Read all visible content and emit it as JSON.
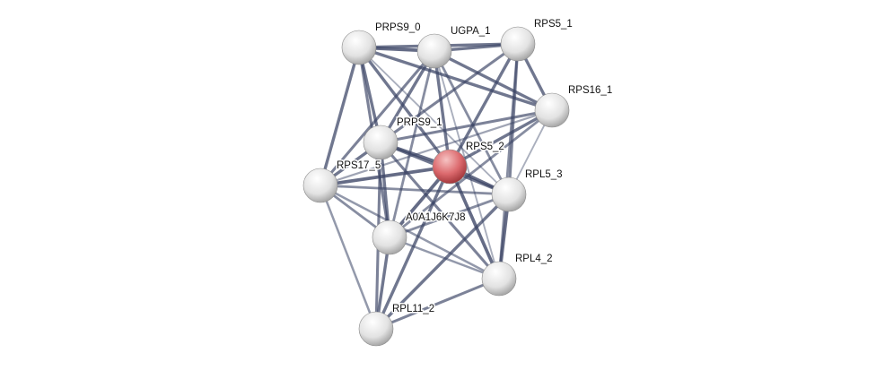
{
  "network": {
    "query_color": "#d9585d",
    "node_color": "#e8e8e8",
    "edge_color": "#3b4566",
    "nodes": [
      {
        "id": "PRPS9_0",
        "label": "PRPS9_0",
        "query": false
      },
      {
        "id": "UGPA_1",
        "label": "UGPA_1",
        "query": false
      },
      {
        "id": "RPS5_1",
        "label": "RPS5_1",
        "query": false
      },
      {
        "id": "RPS16_1",
        "label": "RPS16_1",
        "query": false
      },
      {
        "id": "PRPS9_1",
        "label": "PRPS9_1",
        "query": false
      },
      {
        "id": "RPS5_2",
        "label": "RPS5_2",
        "query": true
      },
      {
        "id": "RPS17_5",
        "label": "RPS17_5",
        "query": false
      },
      {
        "id": "RPL5_3",
        "label": "RPL5_3",
        "query": false
      },
      {
        "id": "A0A1J6K7J8",
        "label": "A0A1J6K7J8",
        "query": false
      },
      {
        "id": "RPL4_2",
        "label": "RPL4_2",
        "query": false
      },
      {
        "id": "RPL11_2",
        "label": "RPL11_2",
        "query": false
      }
    ],
    "edges": [
      [
        "PRPS9_0",
        "UGPA_1",
        0.9
      ],
      [
        "PRPS9_0",
        "RPS5_1",
        0.8
      ],
      [
        "UGPA_1",
        "RPS5_1",
        0.8
      ],
      [
        "PRPS9_0",
        "RPS16_1",
        0.8
      ],
      [
        "UGPA_1",
        "RPS16_1",
        0.8
      ],
      [
        "RPS5_1",
        "RPS16_1",
        0.8
      ],
      [
        "PRPS9_0",
        "PRPS9_1",
        0.8
      ],
      [
        "PRPS9_0",
        "RPS5_2",
        0.8
      ],
      [
        "PRPS9_0",
        "RPS17_5",
        0.8
      ],
      [
        "PRPS9_0",
        "A0A1J6K7J8",
        0.7
      ],
      [
        "PRPS9_0",
        "RPL5_3",
        0.3
      ],
      [
        "UGPA_1",
        "PRPS9_1",
        0.8
      ],
      [
        "UGPA_1",
        "RPS5_2",
        0.8
      ],
      [
        "UGPA_1",
        "RPS17_5",
        0.7
      ],
      [
        "UGPA_1",
        "A0A1J6K7J8",
        0.6
      ],
      [
        "UGPA_1",
        "RPL5_3",
        0.6
      ],
      [
        "UGPA_1",
        "RPL4_2",
        0.3
      ],
      [
        "RPS5_1",
        "RPS5_2",
        0.8
      ],
      [
        "RPS5_1",
        "PRPS9_1",
        0.7
      ],
      [
        "RPS5_1",
        "RPL5_3",
        0.7
      ],
      [
        "RPS5_1",
        "RPL4_2",
        0.6
      ],
      [
        "RPS16_1",
        "PRPS9_1",
        0.7
      ],
      [
        "RPS16_1",
        "RPS5_2",
        0.8
      ],
      [
        "RPS16_1",
        "RPS17_5",
        0.4
      ],
      [
        "RPS16_1",
        "RPL5_3",
        0.3
      ],
      [
        "RPS16_1",
        "A0A1J6K7J8",
        0.6
      ],
      [
        "PRPS9_1",
        "RPS5_2",
        0.9
      ],
      [
        "PRPS9_1",
        "RPS17_5",
        0.8
      ],
      [
        "PRPS9_1",
        "RPL5_3",
        0.8
      ],
      [
        "PRPS9_1",
        "A0A1J6K7J8",
        0.8
      ],
      [
        "PRPS9_1",
        "RPL4_2",
        0.7
      ],
      [
        "PRPS9_1",
        "RPL11_2",
        0.7
      ],
      [
        "RPS5_2",
        "RPS17_5",
        0.9
      ],
      [
        "RPS5_2",
        "RPL5_3",
        0.9
      ],
      [
        "RPS5_2",
        "A0A1J6K7J8",
        0.9
      ],
      [
        "RPS5_2",
        "RPL4_2",
        0.9
      ],
      [
        "RPS5_2",
        "RPL11_2",
        0.8
      ],
      [
        "RPS17_5",
        "RPL5_3",
        0.6
      ],
      [
        "RPS17_5",
        "A0A1J6K7J8",
        0.6
      ],
      [
        "RPS17_5",
        "RPL4_2",
        0.5
      ],
      [
        "RPS17_5",
        "RPL11_2",
        0.5
      ],
      [
        "RPL5_3",
        "A0A1J6K7J8",
        0.6
      ],
      [
        "RPL5_3",
        "RPL4_2",
        0.9
      ],
      [
        "RPL5_3",
        "RPL11_2",
        0.8
      ],
      [
        "A0A1J6K7J8",
        "RPL4_2",
        0.5
      ],
      [
        "RPL4_2",
        "RPL11_2",
        0.7
      ],
      [
        "A0A1J6K7J8",
        "RPL11_2",
        0.8
      ]
    ]
  }
}
